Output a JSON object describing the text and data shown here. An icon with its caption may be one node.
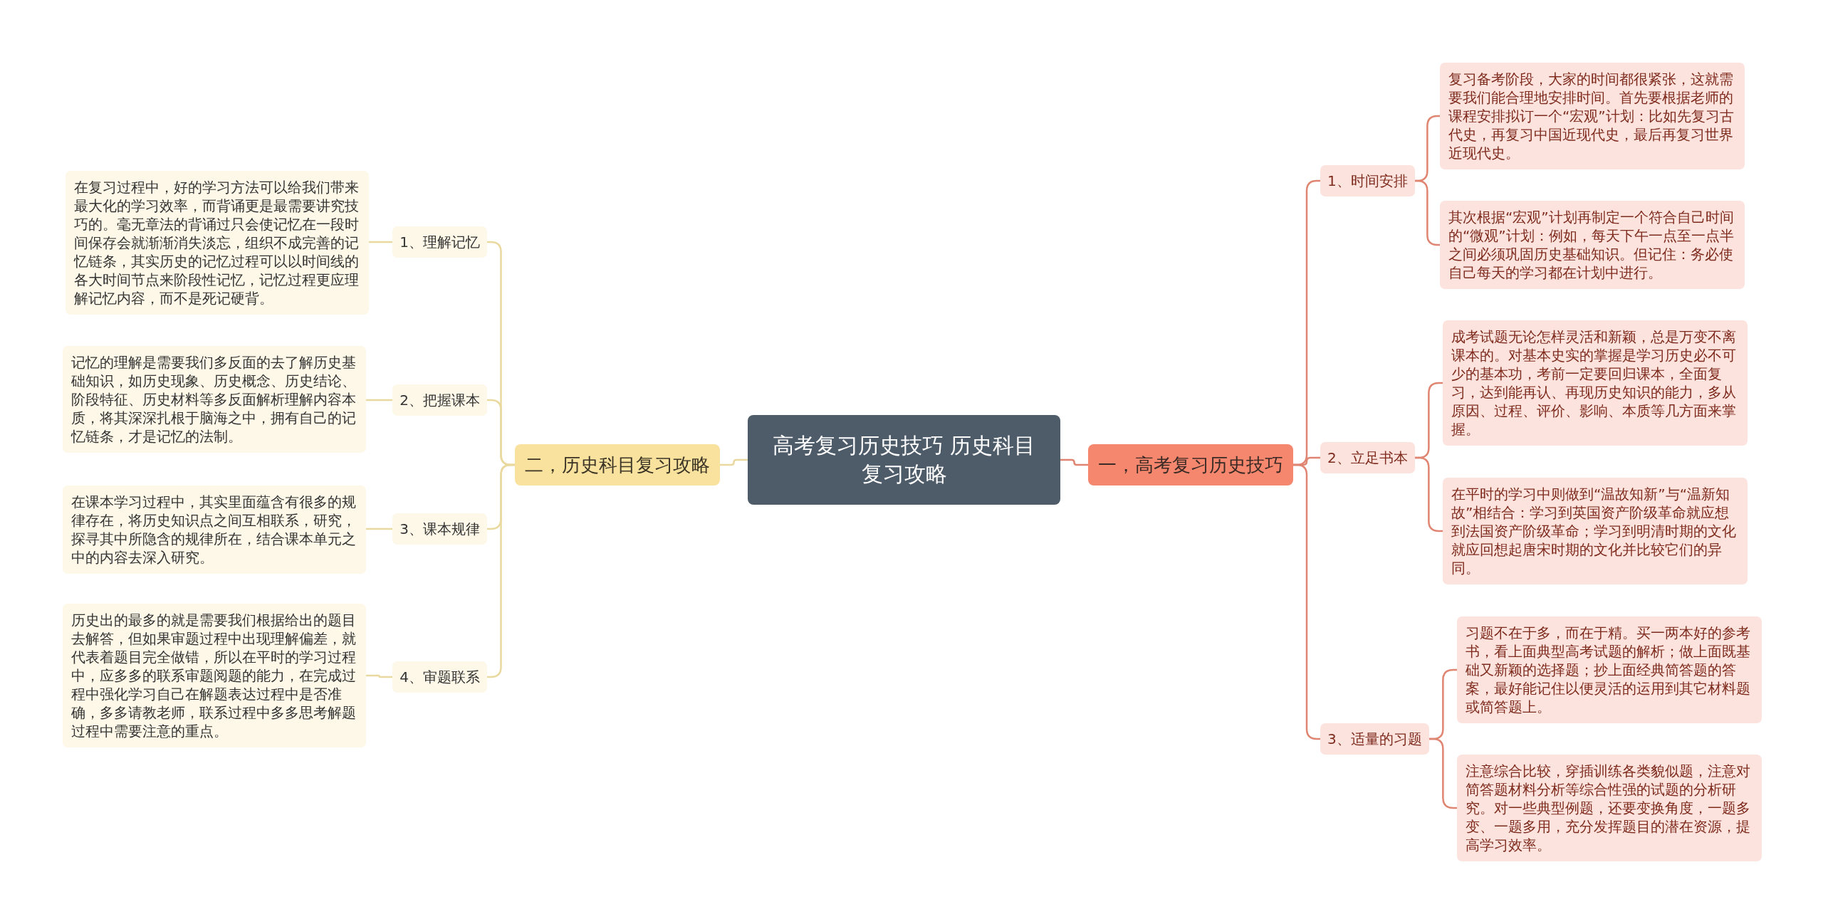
{
  "diagram": {
    "nodes": [
      {
        "text": [
          "高考复习历史技巧 历史科目复习攻略"
        ]
      },
      {
        "text": [
          "一，高考复习历史技巧"
        ]
      },
      {
        "text": [
          "1、时间安排"
        ]
      },
      {
        "text": [
          "复习备考阶段，大家的时间都很紧张，这就需要我们能合理地安排时间。首先要根据老师的课程安排拟订一个“宏观”计划：比如先复习古代史，再复习中国近现代史，最后再复习世界近现代史。"
        ]
      },
      {
        "text": [
          "其次根据“宏观”计划再制定一个符合自己时间的“微观”计划：例如，每天下午一点至一点半之间必须巩固历史基础知识。但记住：务必使自己每天的学习都在计划中进行。"
        ]
      },
      {
        "text": [
          "2、立足书本"
        ]
      },
      {
        "text": [
          "成考试题无论怎样灵活和新颖，总是万变不离课本的。对基本史实的掌握是学习历史必不可少的基本功，考前一定要回归课本，全面复习，达到能再认、再现历史知识的能力，多从原因、过程、评价、影响、本质等几方面来掌握。"
        ]
      },
      {
        "text": [
          "在平时的学习中则做到“温故知新”与“温新知故”相结合：学习到英国资产阶级革命就应想到法国资产阶级革命；学习到明清时期的文化就应回想起唐宋时期的文化并比较它们的异同。"
        ]
      },
      {
        "text": [
          "3、适量的习题"
        ]
      },
      {
        "text": [
          "习题不在于多，而在于精。买一两本好的参考书，看上面典型高考试题的解析；做上面既基础又新颖的选择题；抄上面经典简答题的答案，最好能记住以便灵活的运用到其它材料题或简答题上。"
        ]
      },
      {
        "text": [
          "注意综合比较，穿插训练各类貌似题，注意对简答题材料分析等综合性强的试题的分析研究。对一些典型例题，还要变换角度，一题多变、一题多用，充分发挥题目的潜在资源，提高学习效率。"
        ]
      },
      {
        "text": [
          "二，历史科目复习攻略"
        ]
      },
      {
        "text": [
          "1、理解记忆"
        ]
      },
      {
        "text": [
          "在复习过程中，好的学习方法可以给我们带来最大化的学习效率，而背诵更是最需要讲究技巧的。毫无章法的背诵过只会使记忆在一段时间保存会就渐渐消失淡忘，组织不成完善的记忆链条，其实历史的记忆过程可以以时间线的各大时间节点来阶段性记忆，记忆过程更应理解记忆内容，而不是死记硬背。"
        ]
      },
      {
        "text": [
          "2、把握课本"
        ]
      },
      {
        "text": [
          "记忆的理解是需要我们多反面的去了解历史基础知识，如历史现象、历史概念、历史结论、阶段特征、历史材料等多反面解析理解内容本质，将其深深扎根于脑海之中，拥有自己的记忆链条，才是记忆的法制。"
        ]
      },
      {
        "text": [
          "3、课本规律"
        ]
      },
      {
        "text": [
          "在课本学习过程中，其实里面蕴含有很多的规律存在，将历史知识点之间互相联系，研究，探寻其中所隐含的规律所在，结合课本单元之中的内容去深入研究。"
        ]
      },
      {
        "text": [
          "4、审题联系"
        ]
      },
      {
        "text": [
          "历史出的最多的就是需要我们根据给出的题目去解答，但如果审题过程中出现理解偏差，就代表着题目完全做错，所以在平时的学习过程中，应多多的联系审题阅题的能力，在完成过程中强化学习自己在解题表达过程中是否准确，多多请教老师，联系过程中多多思考解题过程中需要注意的重点。"
        ]
      }
    ],
    "edges": [
      {
        "from": 0,
        "to": 1,
        "arrow": "none"
      },
      {
        "from": 1,
        "to": 2,
        "arrow": "none"
      },
      {
        "from": 2,
        "to": 3,
        "arrow": "none"
      },
      {
        "from": 2,
        "to": 4,
        "arrow": "none"
      },
      {
        "from": 1,
        "to": 5,
        "arrow": "none"
      },
      {
        "from": 5,
        "to": 6,
        "arrow": "none"
      },
      {
        "from": 5,
        "to": 7,
        "arrow": "none"
      },
      {
        "from": 1,
        "to": 8,
        "arrow": "none"
      },
      {
        "from": 8,
        "to": 9,
        "arrow": "none"
      },
      {
        "from": 8,
        "to": 10,
        "arrow": "none"
      },
      {
        "from": 0,
        "to": 11,
        "arrow": "none"
      },
      {
        "from": 11,
        "to": 12,
        "arrow": "none"
      },
      {
        "from": 12,
        "to": 13,
        "arrow": "none"
      },
      {
        "from": 11,
        "to": 14,
        "arrow": "none"
      },
      {
        "from": 14,
        "to": 15,
        "arrow": "none"
      },
      {
        "from": 11,
        "to": 16,
        "arrow": "none"
      },
      {
        "from": 16,
        "to": 17,
        "arrow": "none"
      },
      {
        "from": 11,
        "to": 18,
        "arrow": "none"
      },
      {
        "from": 18,
        "to": 19,
        "arrow": "none"
      }
    ]
  }
}
